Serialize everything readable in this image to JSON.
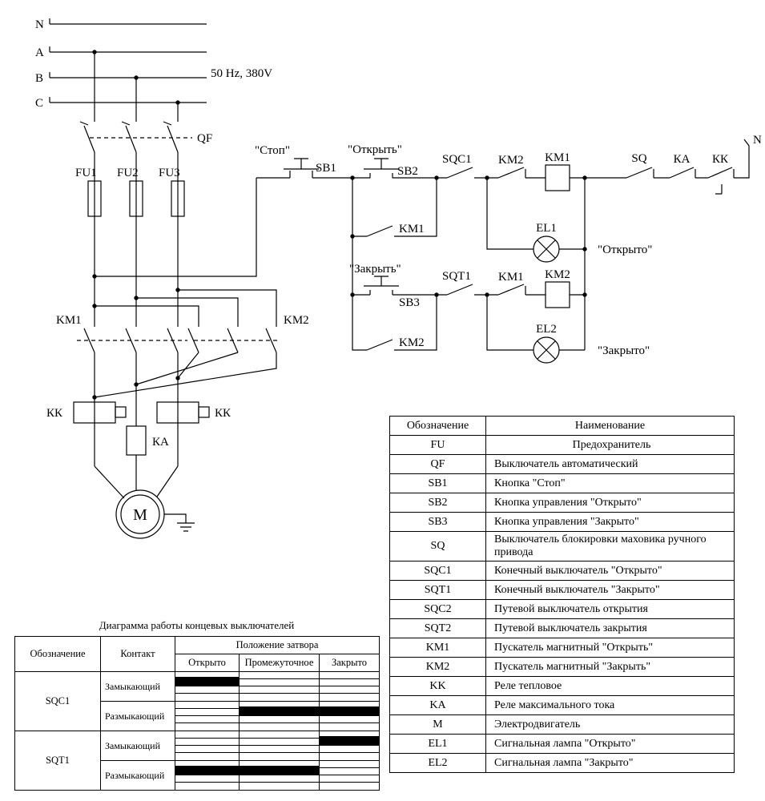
{
  "schematic": {
    "phases": {
      "n": "N",
      "a": "A",
      "b": "B",
      "c": "C"
    },
    "supply_label": "50 Hz, 380V",
    "qf": "QF",
    "fuses": {
      "fu1": "FU1",
      "fu2": "FU2",
      "fu3": "FU3"
    },
    "km1_main": "KM1",
    "km2_main": "KM2",
    "kk_left": "КК",
    "kk_right": "КК",
    "ka": "КА",
    "motor": "М",
    "control": {
      "stop_caption": "\"Стоп\"",
      "sb1": "SB1",
      "open_caption": "\"Открыть\"",
      "sb2": "SB2",
      "sqc1": "SQC1",
      "km2_interlock": "KM2",
      "km1_coil": "KM1",
      "sq": "SQ",
      "ka": "КА",
      "kk": "КК",
      "neutral": "N",
      "km1_aux": "KM1",
      "el1": "EL1",
      "open_state": "\"Открыто\"",
      "close_caption": "\"Закрыть\"",
      "sb3": "SB3",
      "sqt1": "SQT1",
      "km1_interlock": "KM1",
      "km2_coil": "KM2",
      "km2_aux": "KM2",
      "el2": "EL2",
      "closed_state": "\"Закрыто\""
    }
  },
  "legend": {
    "headers": [
      "Обозначение",
      "Наименование"
    ],
    "rows": [
      {
        "code": "FU",
        "name": "Предохранитель"
      },
      {
        "code": "QF",
        "name": "Выключатель автоматический"
      },
      {
        "code": "SB1",
        "name": "Кнопка \"Стоп\""
      },
      {
        "code": "SB2",
        "name": "Кнопка управления \"Открыто\""
      },
      {
        "code": "SB3",
        "name": "Кнопка управления \"Закрыто\""
      },
      {
        "code": "SQ",
        "name": "Выключатель блокировки маховика ручного привода"
      },
      {
        "code": "SQC1",
        "name": "Конечный выключатель \"Открыто\""
      },
      {
        "code": "SQT1",
        "name": "Конечный выключатель \"Закрыто\""
      },
      {
        "code": "SQC2",
        "name": "Путевой выключатель открытия"
      },
      {
        "code": "SQT2",
        "name": "Путевой выключатель закрытия"
      },
      {
        "code": "KM1",
        "name": "Пускатель магнитный \"Открыть\""
      },
      {
        "code": "KM2",
        "name": "Пускатель магнитный \"Закрыть\""
      },
      {
        "code": "KK",
        "name": "Реле тепловое"
      },
      {
        "code": "KA",
        "name": "Реле максимального тока"
      },
      {
        "code": "M",
        "name": "Электродвигатель"
      },
      {
        "code": "EL1",
        "name": "Сигнальная лампа \"Открыто\""
      },
      {
        "code": "EL2",
        "name": "Сигнальная лампа \"Закрыто\""
      }
    ]
  },
  "timing": {
    "title": "Диаграмма работы концевых выключателей",
    "col_designation": "Обозначение",
    "col_contact": "Контакт",
    "col_position": "Положение затвора",
    "positions": [
      "Открыто",
      "Промежуточное",
      "Закрыто"
    ],
    "rows": [
      {
        "designation": "SQC1",
        "contacts": [
          {
            "label": "Замыкающий",
            "bar": [
              1,
              0,
              0
            ]
          },
          {
            "label": "Размыкающий",
            "bar": [
              0,
              1,
              1
            ]
          }
        ]
      },
      {
        "designation": "SQT1",
        "contacts": [
          {
            "label": "Замыкающий",
            "bar": [
              0,
              0,
              1
            ]
          },
          {
            "label": "Размыкающий",
            "bar": [
              1,
              1,
              0
            ]
          }
        ]
      }
    ]
  }
}
